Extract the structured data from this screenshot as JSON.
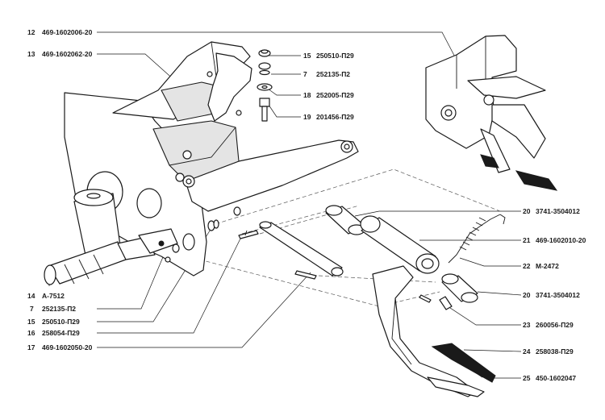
{
  "callouts_top_left": [
    {
      "num": "12",
      "code": "469-1602006-20"
    },
    {
      "num": "13",
      "code": "469-1602062-20"
    }
  ],
  "callouts_fasteners": [
    {
      "num": "15",
      "code": "250510-П29"
    },
    {
      "num": "7",
      "code": "252135-П2"
    },
    {
      "num": "18",
      "code": "252005-П29"
    },
    {
      "num": "19",
      "code": "201456-П29"
    }
  ],
  "callouts_bottom_left": [
    {
      "num": "14",
      "code": "А-7512"
    },
    {
      "num": "7",
      "code": "252135-П2"
    },
    {
      "num": "15",
      "code": "250510-П29"
    },
    {
      "num": "16",
      "code": "258054-П29"
    },
    {
      "num": "17",
      "code": "469-1602050-20"
    }
  ],
  "callouts_right": [
    {
      "num": "20",
      "code": "3741-3504012"
    },
    {
      "num": "21",
      "code": "469-1602010-20"
    },
    {
      "num": "22",
      "code": "М-2472"
    },
    {
      "num": "20",
      "code": "3741-3504012"
    },
    {
      "num": "23",
      "code": "260056-П29"
    },
    {
      "num": "24",
      "code": "258038-П29"
    },
    {
      "num": "25",
      "code": "450-1602047"
    }
  ]
}
